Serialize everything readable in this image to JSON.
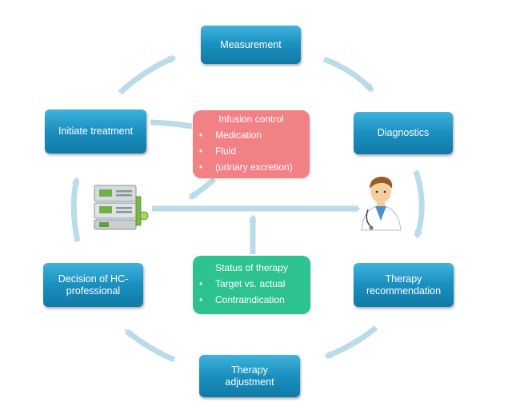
{
  "cycle": {
    "measurement": "Measurement",
    "diagnostics": "Diagnostics",
    "therapy_recommendation": [
      "Therapy",
      "recommendation"
    ],
    "therapy_adjustment": [
      "Therapy",
      "adjustment"
    ],
    "decision": [
      "Decision of HC-",
      "professional"
    ],
    "initiate_treatment": "Initiate treatment"
  },
  "infusion_control": {
    "title": "Infusion control",
    "items": [
      "Medication",
      "Fluid",
      "(urinary excretion)"
    ]
  },
  "status_of_therapy": {
    "title": "Status of therapy",
    "items": [
      "Target vs. actual",
      "Contraindication"
    ]
  },
  "icons": [
    "infusion-pump-icon",
    "doctor-icon"
  ],
  "colors": {
    "process_box": "#1a8fbf",
    "infusion_panel": "#f28186",
    "status_panel": "#2cc38f",
    "arrow": "#b9dce8"
  }
}
